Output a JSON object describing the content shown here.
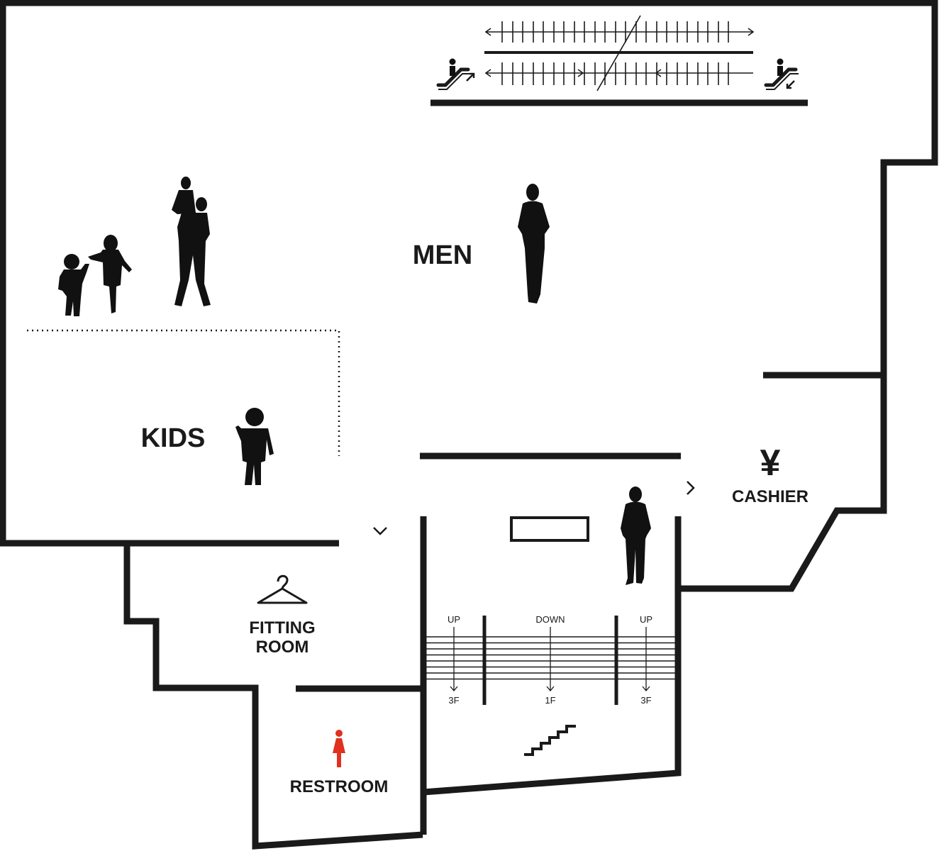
{
  "zones": {
    "men": "MEN",
    "kids": "KIDS",
    "cashier": "CASHIER",
    "cashier_symbol": "¥",
    "fitting_line1": "FITTING",
    "fitting_line2": "ROOM",
    "restroom": "RESTROOM"
  },
  "stairs": {
    "left_dir": "UP",
    "left_floor": "3F",
    "mid_dir": "DOWN",
    "mid_floor": "1F",
    "right_dir": "UP",
    "right_floor": "3F"
  },
  "icons": {
    "escalator_up": "escalator-up-icon",
    "escalator_down": "escalator-down-icon",
    "hanger": "hanger-icon",
    "restroom_woman": "woman-restroom-icon",
    "staircase": "staircase-icon",
    "yen": "yen-icon"
  },
  "colors": {
    "wall": "#1a1a1a",
    "restroom_accent": "#e03020",
    "background": "#ffffff"
  }
}
